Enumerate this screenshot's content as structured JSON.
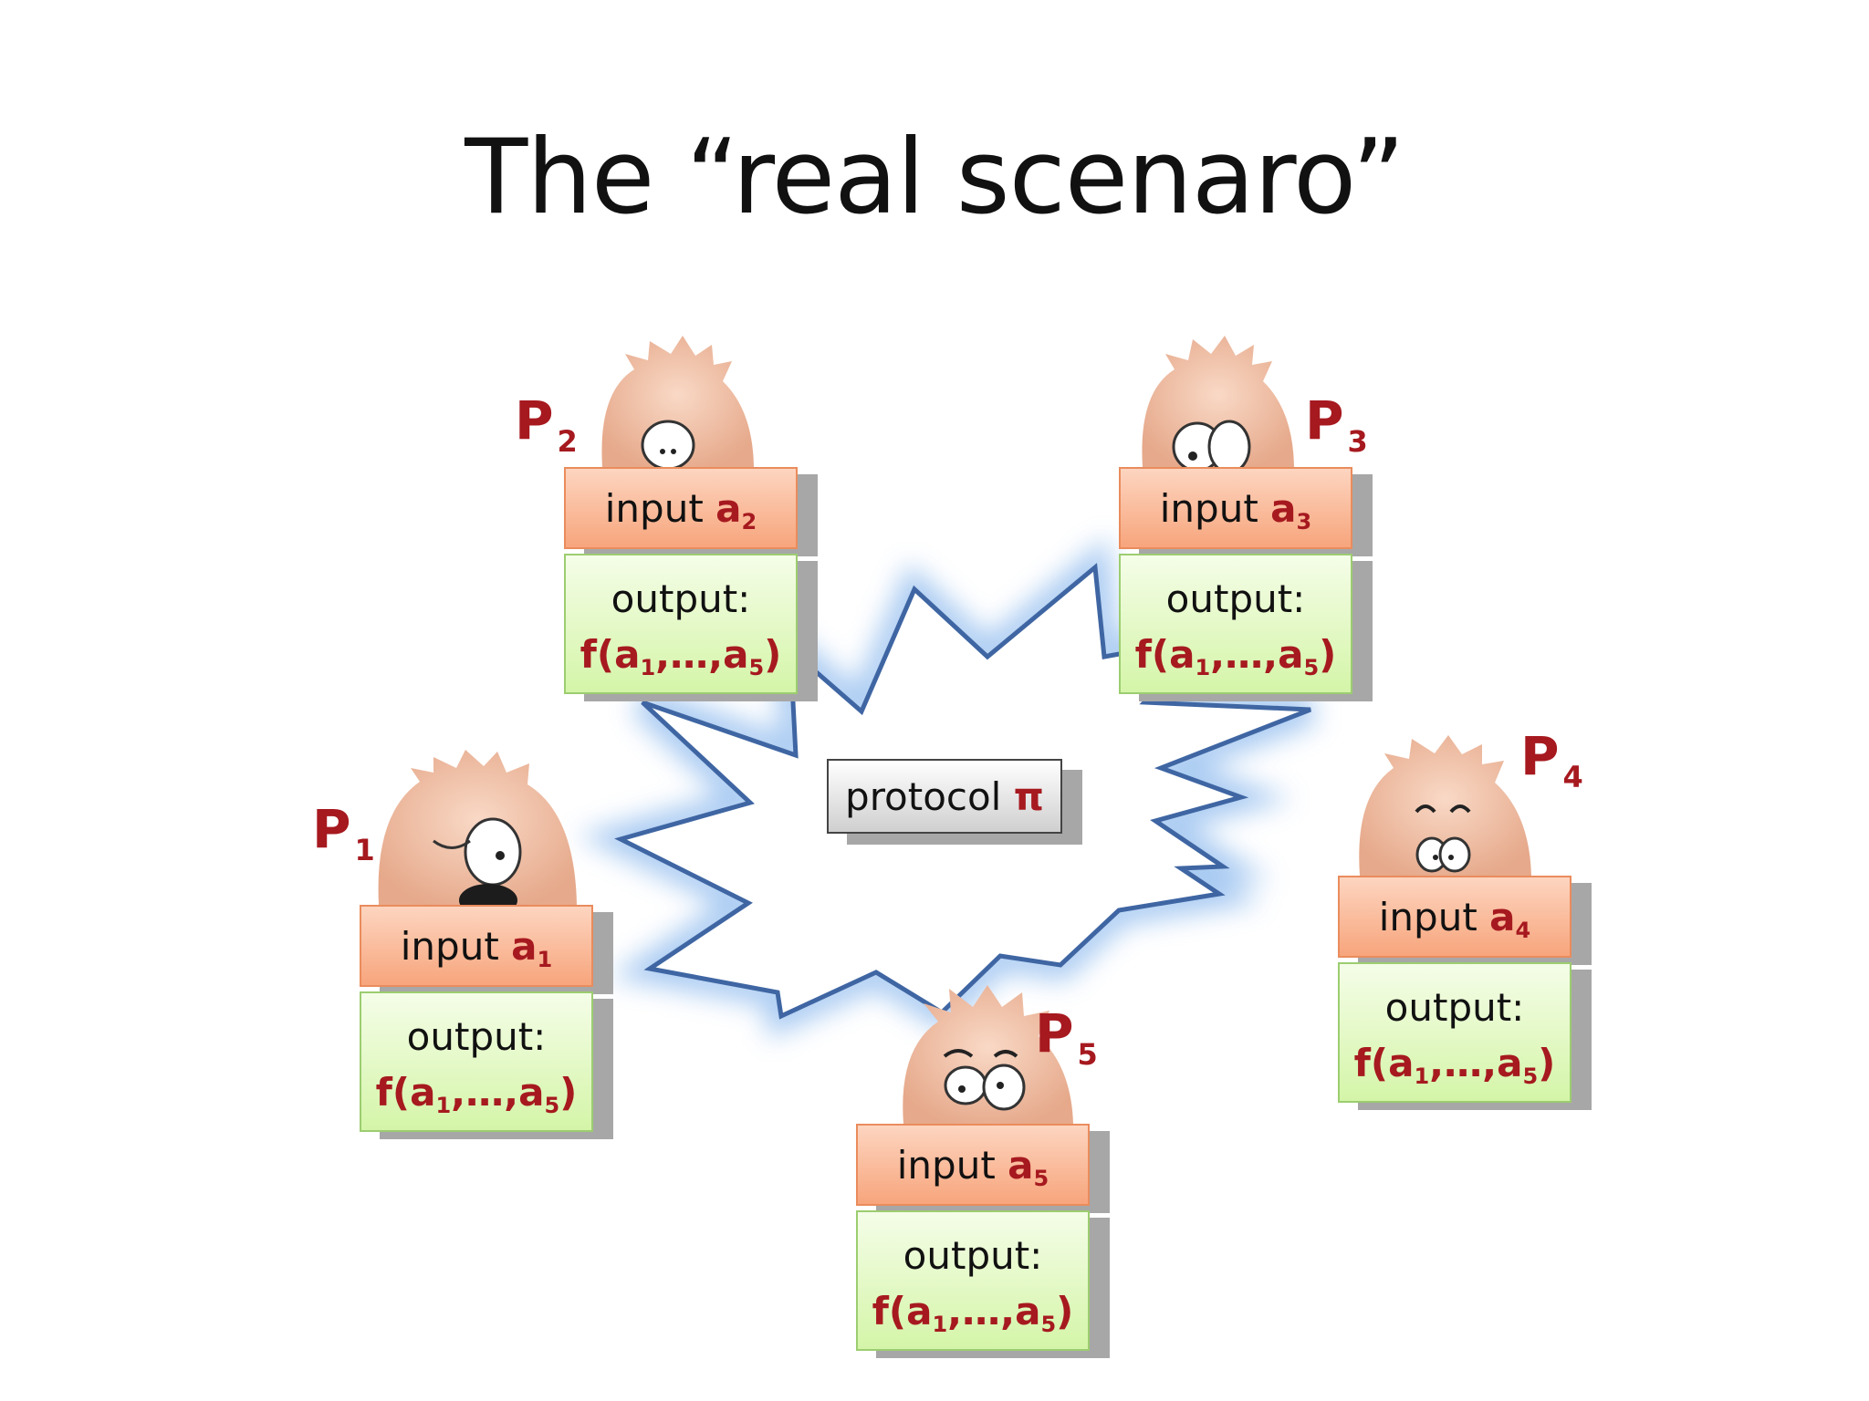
{
  "title": "The “real scenaro”",
  "protocol": {
    "label": "protocol",
    "symbol": "π"
  },
  "parties": [
    {
      "name": "P",
      "index": "1",
      "input_label": "input",
      "input_var": "a",
      "input_idx": "1",
      "output_label": "output:",
      "output_f": "f(a",
      "output_mid": ",…,a",
      "sub1": "1",
      "sub5": "5",
      "close": ")"
    },
    {
      "name": "P",
      "index": "2",
      "input_label": "input",
      "input_var": "a",
      "input_idx": "2",
      "output_label": "output:",
      "output_f": "f(a",
      "output_mid": ",…,a",
      "sub1": "1",
      "sub5": "5",
      "close": ")"
    },
    {
      "name": "P",
      "index": "3",
      "input_label": "input",
      "input_var": "a",
      "input_idx": "3",
      "output_label": "output:",
      "output_f": "f(a",
      "output_mid": ",…,a",
      "sub1": "1",
      "sub5": "5",
      "close": ")"
    },
    {
      "name": "P",
      "index": "4",
      "input_label": "input",
      "input_var": "a",
      "input_idx": "4",
      "output_label": "output:",
      "output_f": "f(a",
      "output_mid": ",…,a",
      "sub1": "1",
      "sub5": "5",
      "close": ")"
    },
    {
      "name": "P",
      "index": "5",
      "input_label": "input",
      "input_var": "a",
      "input_idx": "5",
      "output_label": "output:",
      "output_f": "f(a",
      "output_mid": ",…,a",
      "sub1": "1",
      "sub5": "5",
      "close": ")"
    }
  ],
  "colors": {
    "accent_red": "#a6191f",
    "input_fill": "#f7a57c",
    "output_fill": "#d4f5a8",
    "burst_stroke": "#3f66a3",
    "burst_glow": "#9cc3f0"
  },
  "icons": {
    "party_avatar": "cartoon-face-icon",
    "protocol_shape": "starburst"
  }
}
